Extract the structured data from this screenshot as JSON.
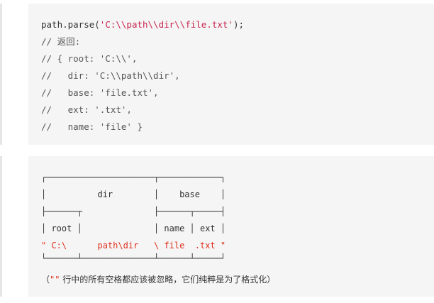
{
  "code1": {
    "line1": {
      "pre": "path.parse(",
      "str": "'C:\\\\path\\\\dir\\\\file.txt'",
      "post": ");"
    },
    "comment_lines": [
      "// 返回:",
      "// { root: 'C:\\\\',",
      "//   dir: 'C:\\\\path\\\\dir',",
      "//   base: 'file.txt',",
      "//   ext: '.txt',",
      "//   name: 'file' }"
    ]
  },
  "diagram": {
    "lines": [
      "┌─────────────────────┬────────────┐",
      "│          dir        │    base    │",
      "├──────┬              ├──────┬─────┤",
      "│ root │              │ name │ ext │"
    ],
    "value_line": "\" C:\\      path\\dir   \\ file  .txt \"",
    "bottom": "└──────┴──────────────┴──────┴─────┘"
  },
  "note": {
    "open": "（",
    "quote": "\"\"",
    "text": " 行中的所有空格都应该被忽略，它们纯粹是为了格式化）"
  }
}
